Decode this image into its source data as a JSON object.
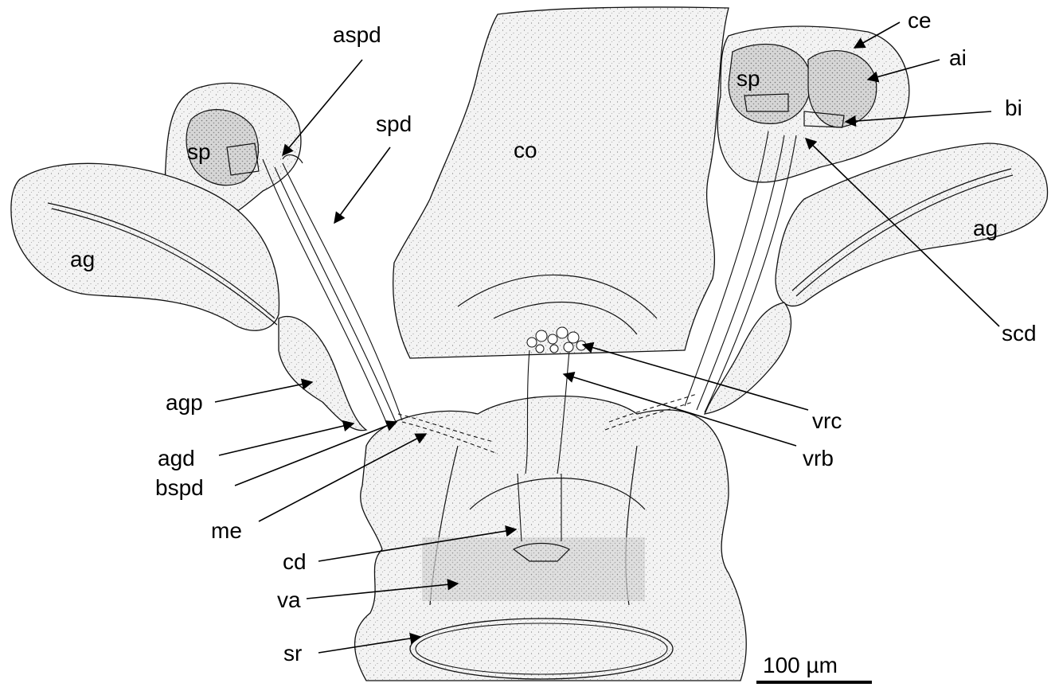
{
  "labels": {
    "aspd": "aspd",
    "spd": "spd",
    "sp_left": "sp",
    "sp_right": "sp",
    "co": "co",
    "ag_left": "ag",
    "ag_right": "ag",
    "agp": "agp",
    "agd": "agd",
    "bspd": "bspd",
    "me": "me",
    "cd": "cd",
    "va": "va",
    "sr": "sr",
    "ce": "ce",
    "ai": "ai",
    "bi": "bi",
    "scd": "scd",
    "vrc": "vrc",
    "vrb": "vrb"
  },
  "scale_bar": {
    "label": "100 µm"
  }
}
